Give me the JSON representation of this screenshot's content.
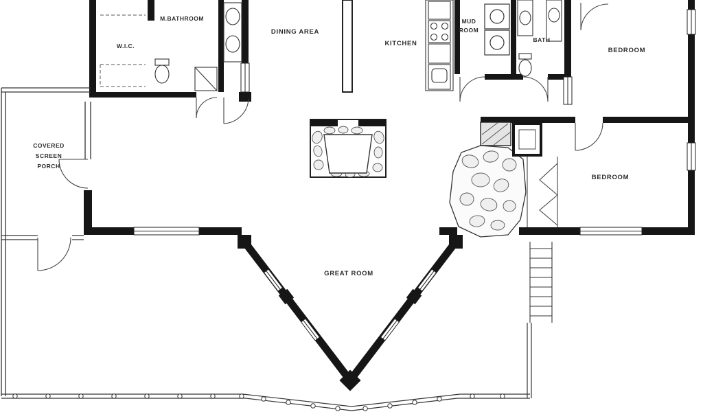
{
  "colors": {
    "ink": "#1a1a1a",
    "background": "#ffffff",
    "stone_fill": "#efefef"
  },
  "rooms": {
    "wic": {
      "label": "W.I.C."
    },
    "master_bathroom": {
      "label": "M.BATHROOM"
    },
    "dining_area": {
      "label": "DINING AREA"
    },
    "kitchen": {
      "label": "KITCHEN"
    },
    "mud_room": {
      "line1": "MUD",
      "line2": "ROOM"
    },
    "bath": {
      "label": "BATH"
    },
    "bedroom_top": {
      "label": "BEDROOM"
    },
    "bedroom_right": {
      "label": "BEDROOM"
    },
    "porch": {
      "line1": "COVERED",
      "line2": "SCREEN",
      "line3": "PORCH"
    },
    "great_room": {
      "label": "GREAT ROOM"
    }
  }
}
